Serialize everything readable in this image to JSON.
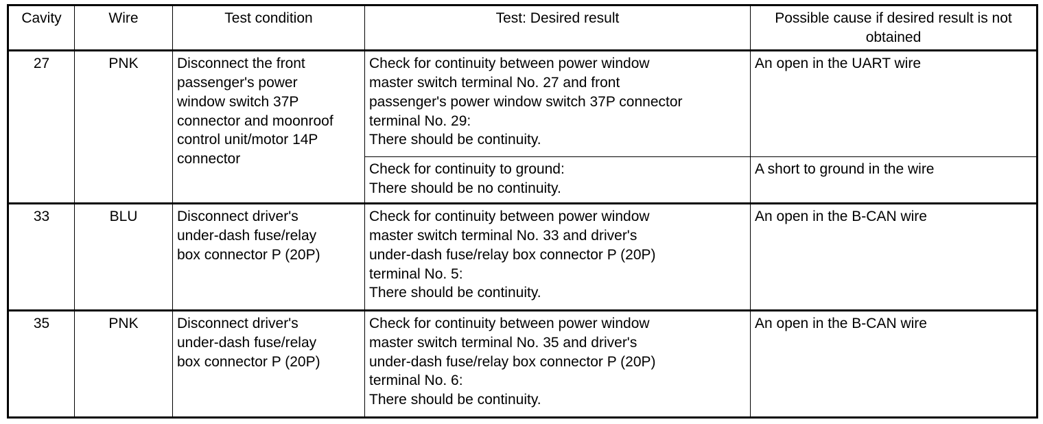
{
  "table": {
    "headers": [
      "Cavity",
      "Wire",
      "Test condition",
      "Test: Desired result",
      "Possible cause if desired result is not obtained"
    ],
    "rows": [
      {
        "cavity": "27",
        "wire": "PNK",
        "condition": "Disconnect the front\npassenger's power\nwindow switch 37P\nconnector and moonroof\ncontrol unit/motor 14P\nconnector",
        "tests": [
          {
            "test": "Check for continuity between power window\nmaster switch terminal No. 27 and front\npassenger's power window switch 37P connector\nterminal No. 29:\nThere should be continuity.",
            "cause": "An open in the UART wire"
          },
          {
            "test": "Check for continuity to ground:\nThere should be no continuity.",
            "cause": "A short to ground in the wire"
          }
        ]
      },
      {
        "cavity": "33",
        "wire": "BLU",
        "condition": "Disconnect driver's\nunder-dash fuse/relay\nbox connector P (20P)",
        "tests": [
          {
            "test": "Check for continuity between power window\nmaster switch terminal No. 33 and driver's\nunder-dash fuse/relay box connector P (20P)\nterminal No. 5:\nThere should be continuity.",
            "cause": "An open in the B-CAN wire"
          }
        ]
      },
      {
        "cavity": "35",
        "wire": "PNK",
        "condition": "Disconnect driver's\nunder-dash fuse/relay\nbox connector P (20P)",
        "tests": [
          {
            "test": "Check for continuity between power window\nmaster switch terminal No. 35 and driver's\nunder-dash fuse/relay box connector P (20P)\nterminal No. 6:\nThere should be continuity.",
            "cause": "An open in the B-CAN wire"
          }
        ]
      }
    ]
  }
}
